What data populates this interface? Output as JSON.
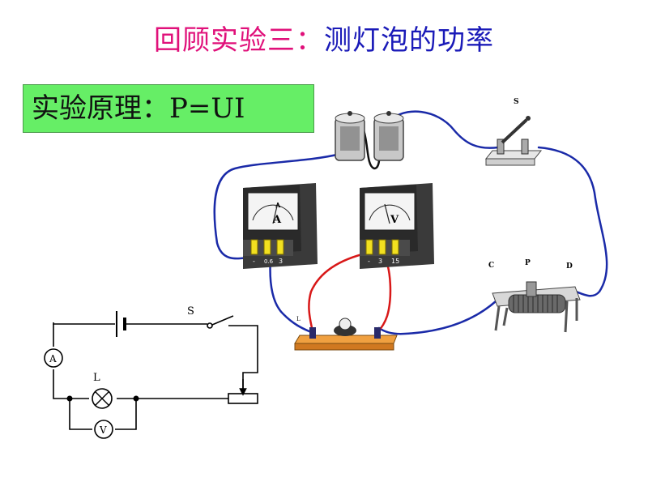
{
  "title": {
    "part1": "回顾实验三：",
    "part2": "测灯泡的功率"
  },
  "principle": "实验原理：P=UI",
  "apparatus": {
    "switch_label": "S",
    "rheostat_labels": {
      "c": "C",
      "p": "P",
      "d": "D"
    },
    "ammeter": {
      "symbol": "A",
      "terminals": [
        "-",
        "0.6",
        "3"
      ]
    },
    "voltmeter": {
      "symbol": "V",
      "terminals": [
        "-",
        "3",
        "15"
      ]
    },
    "lamp_label": "L"
  },
  "schematic": {
    "switch_label": "S",
    "lamp_label": "L",
    "ammeter_symbol": "A",
    "voltmeter_symbol": "V"
  },
  "colors": {
    "title_pink": "#e0107a",
    "title_blue": "#1a1ab8",
    "wire_blue": "#1a2aa8",
    "wire_red": "#d81818",
    "principle_bg": "#66ee66",
    "board": "#e08a2a"
  }
}
